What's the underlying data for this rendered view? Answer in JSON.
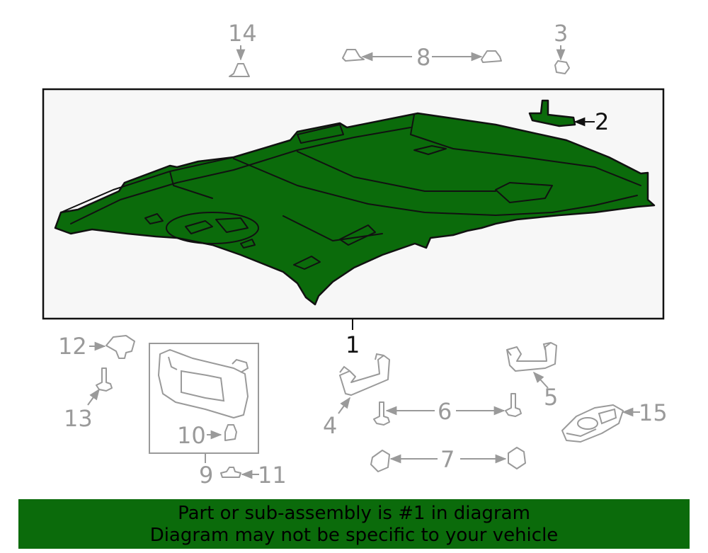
{
  "callouts": {
    "c1": "1",
    "c2": "2",
    "c3": "3",
    "c4": "4",
    "c5": "5",
    "c6": "6",
    "c7": "7",
    "c8": "8",
    "c9": "9",
    "c10": "10",
    "c11": "11",
    "c12": "12",
    "c13": "13",
    "c14": "14",
    "c15": "15"
  },
  "banner": {
    "line1": "Part or sub-assembly is #1 in diagram",
    "line2": "Diagram may not be specific to your vehicle"
  },
  "colors": {
    "highlight": "#0b6b0b",
    "line": "#9a9a9a",
    "outline": "#111111"
  }
}
